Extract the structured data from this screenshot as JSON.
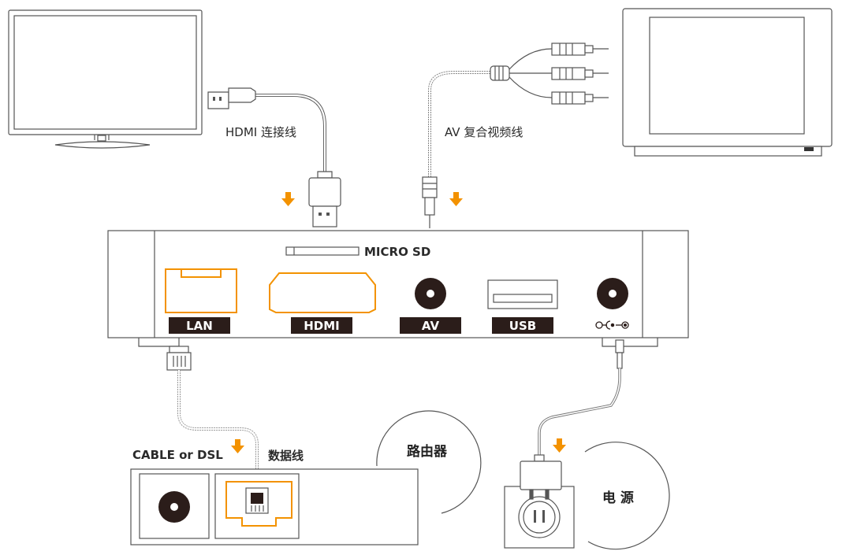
{
  "labels": {
    "hdmi_cable": "HDMI 连接线",
    "av_cable": "AV 复合视频线",
    "micro_sd": "MICRO SD",
    "cable_dsl": "CABLE or DSL",
    "data_cable": "数据线",
    "router": "路由器",
    "power": "电 源"
  },
  "ports": {
    "lan": "LAN",
    "hdmi": "HDMI",
    "av": "AV",
    "usb": "USB"
  },
  "icons": {
    "dc_power": "dc-power-symbol",
    "arrow": "arrow-down"
  },
  "colors": {
    "accent": "#f39200",
    "line": "#555555",
    "dark": "#2b1d1a",
    "label_bg": "#2b1d1a"
  }
}
